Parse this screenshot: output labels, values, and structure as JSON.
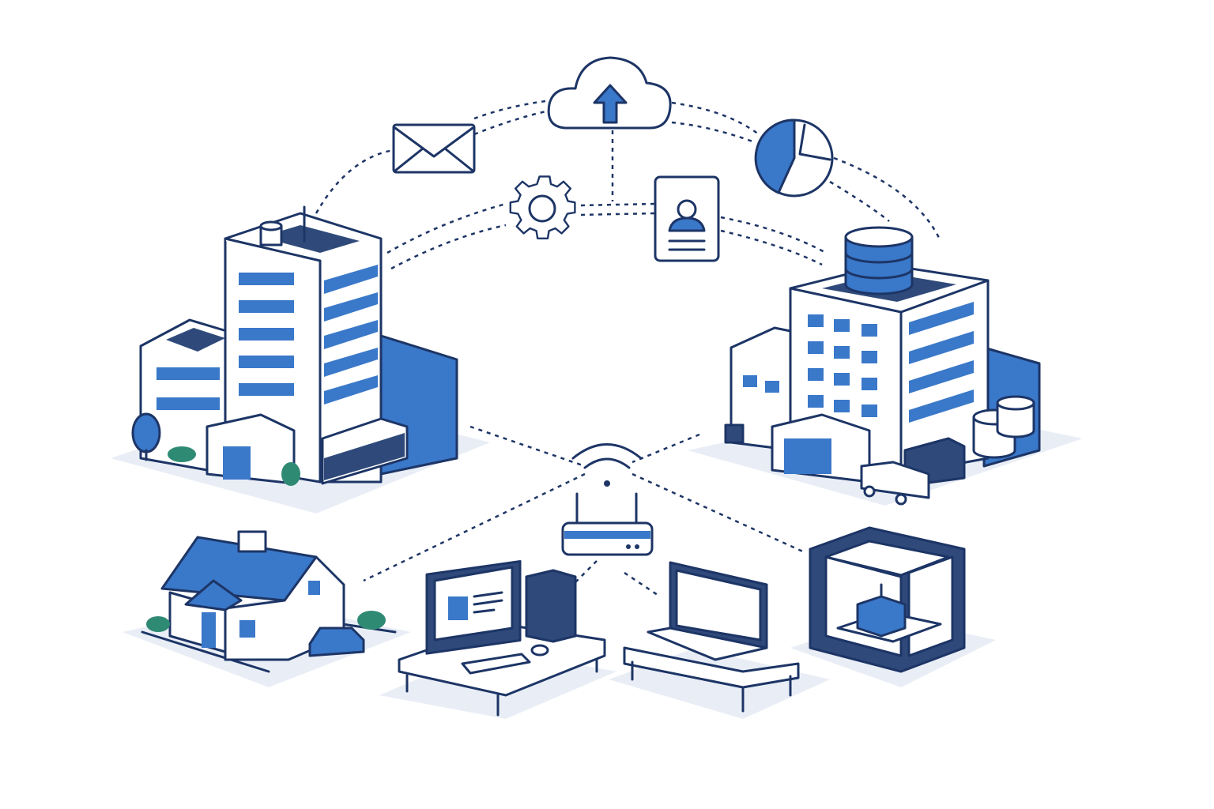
{
  "colors": {
    "outline": "#1d3566",
    "accent": "#3a78c9",
    "shadow": "#e9eef6",
    "roof": "#2f4a7a",
    "foliage": "#2f8a74"
  },
  "icons": [
    "cloud-upload-icon",
    "envelope-icon",
    "gear-icon",
    "contact-card-icon",
    "pie-chart-icon",
    "wifi-router-icon"
  ],
  "nodes": [
    "office-building",
    "industrial-facility",
    "house",
    "desktop-workstation",
    "laptop-workstation",
    "3d-printer"
  ]
}
